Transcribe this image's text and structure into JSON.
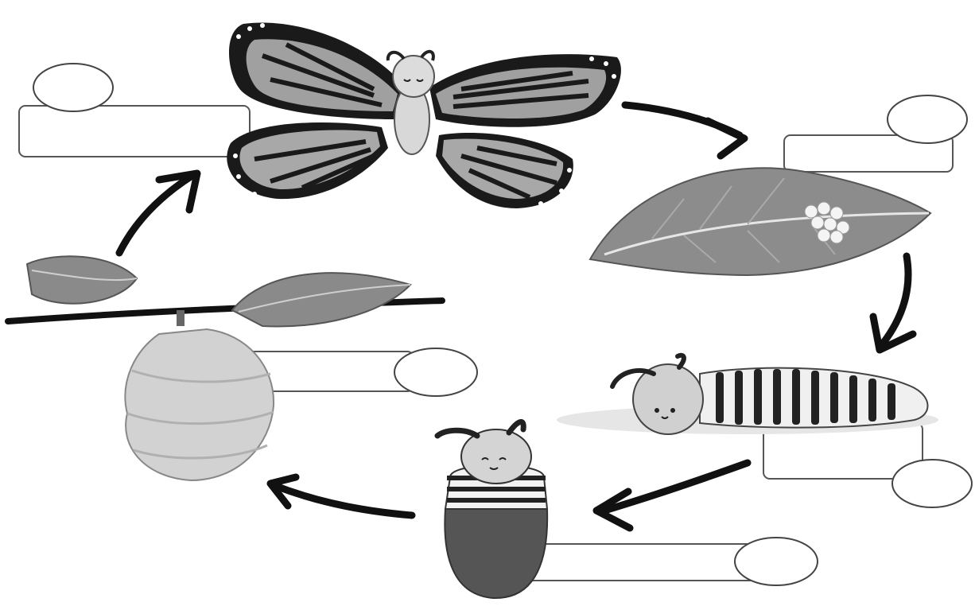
{
  "diagram": {
    "stages": [
      {
        "id": "adult",
        "icon": "butterfly-icon",
        "answer_box": "",
        "answer_circle": ""
      },
      {
        "id": "eggs",
        "icon": "egg-leaf-icon",
        "answer_box": "",
        "answer_circle": ""
      },
      {
        "id": "larva",
        "icon": "caterpillar-icon",
        "answer_box": "",
        "answer_circle": ""
      },
      {
        "id": "pre-pupa",
        "icon": "emerging-pupa-icon",
        "answer_box": "",
        "answer_circle": ""
      },
      {
        "id": "pupa",
        "icon": "chrysalis-icon",
        "answer_box": "",
        "answer_circle": ""
      }
    ],
    "colors": {
      "ink": "#111111",
      "wing_fill": "#9a9a9a",
      "wing_border": "#1a1a1a",
      "leaf": "#8a8a8a",
      "chrysalis": "#cfcfcf",
      "body": "#d8d8d8"
    }
  }
}
